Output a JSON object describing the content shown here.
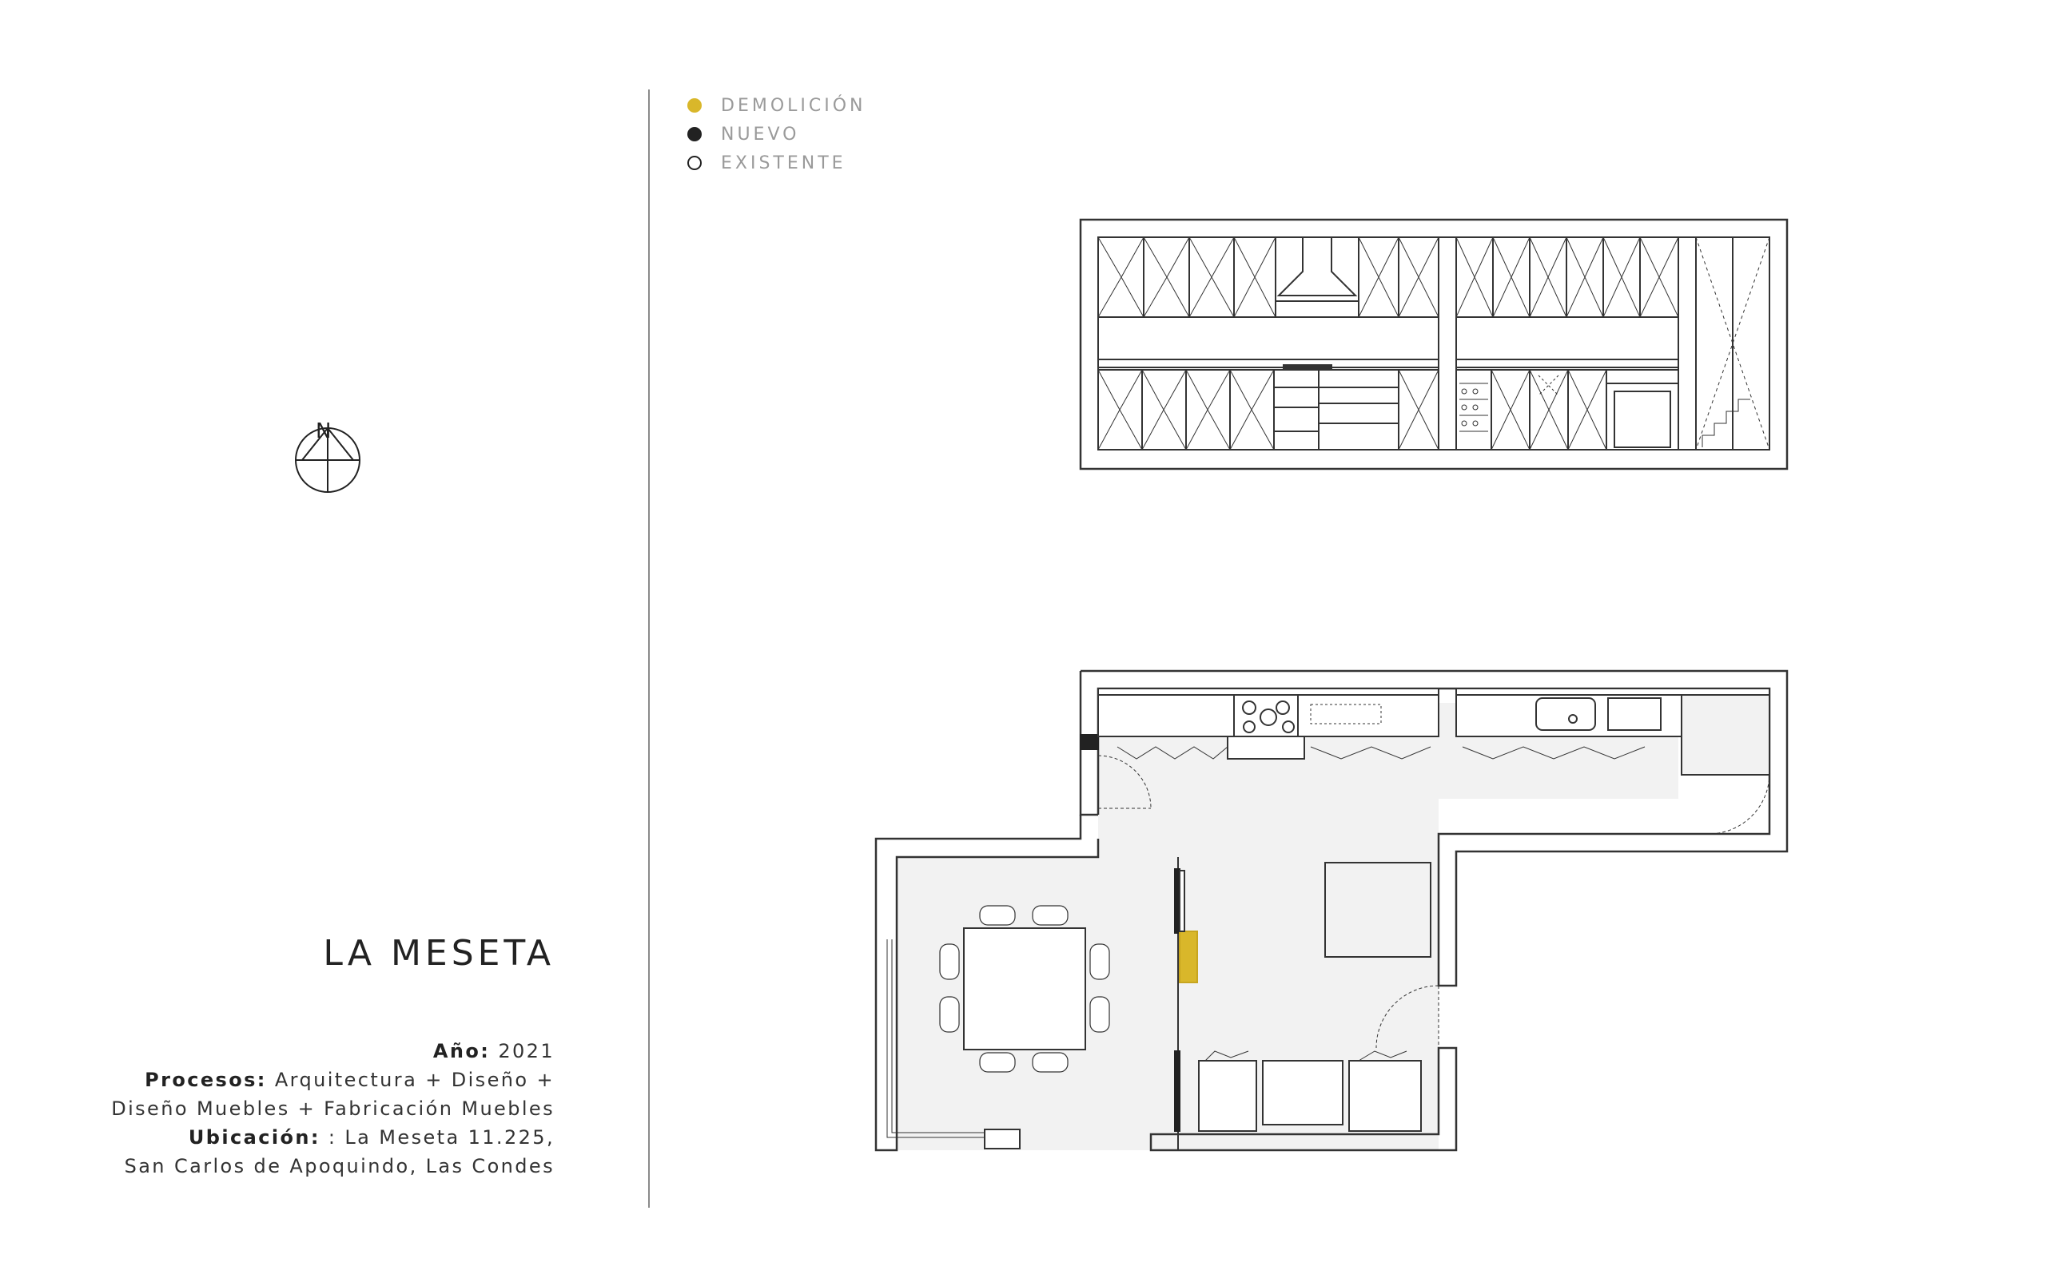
{
  "legend": [
    {
      "label": "DEMOLICIÓN",
      "color": "#d9b72a",
      "style": "filled"
    },
    {
      "label": "NUEVO",
      "color": "#222222",
      "style": "filled"
    },
    {
      "label": "EXISTENTE",
      "color": "#ffffff",
      "style": "outline"
    }
  ],
  "compass": {
    "label": "N"
  },
  "project": {
    "title": "LA MESETA",
    "year_label": "Año:",
    "year_value": "2021",
    "processes_label": "Procesos:",
    "processes_line1": "Arquitectura + Diseño +",
    "processes_line2": "Diseño Muebles + Fabricación Muebles",
    "location_label": "Ubicación:",
    "location_line1": ": La Meseta 11.225,",
    "location_line2": "San Carlos de Apoquindo, Las Condes"
  },
  "colors": {
    "demolition": "#d9b72a",
    "new": "#222222",
    "line": "#333333",
    "floor": "#f2f2f2"
  }
}
